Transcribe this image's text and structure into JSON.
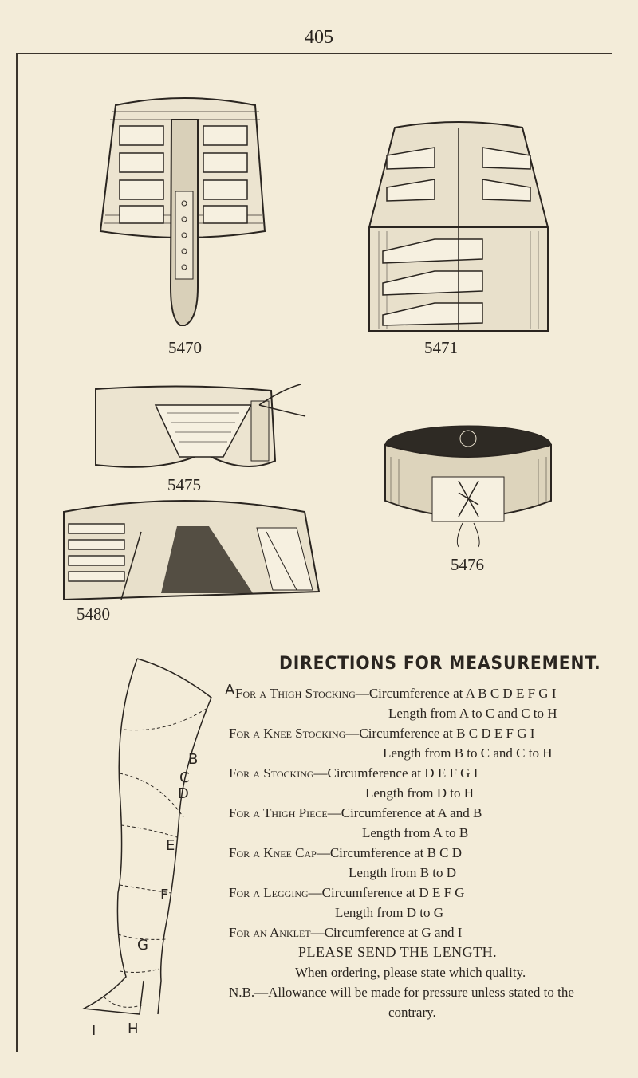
{
  "page_number": "405",
  "figures": [
    {
      "label": "5470"
    },
    {
      "label": "5471"
    },
    {
      "label": "5475"
    },
    {
      "label": "5476"
    },
    {
      "label": "5480"
    }
  ],
  "heading": "DIRECTIONS FOR MEASUREMENT.",
  "measurement_lines": [
    {
      "article": "For a Thigh Stocking",
      "text": "—Circumference at A B C D E F G I"
    },
    {
      "article": "",
      "text": "Length from A to C and C to H"
    },
    {
      "article": "For a Knee Stocking",
      "text": "—Circumference at B C D E F G I"
    },
    {
      "article": "",
      "text": "Length from B to C and C to H"
    },
    {
      "article": "For a Stocking",
      "text": "—Circumference at D E F G I"
    },
    {
      "article": "",
      "text": "Length from D to H"
    },
    {
      "article": "For a Thigh Piece",
      "text": "—Circumference at A and B"
    },
    {
      "article": "",
      "text": "Length from A to B"
    },
    {
      "article": "For a Knee Cap",
      "text": "—Circumference at B C D"
    },
    {
      "article": "",
      "text": "Length from B to D"
    },
    {
      "article": "For a Legging",
      "text": "—Circumference at D E F G"
    },
    {
      "article": "",
      "text": "Length from D to G"
    },
    {
      "article": "For an Anklet",
      "text": "—Circumference at G and I"
    }
  ],
  "notice": "PLEASE SEND THE LENGTH.",
  "order_note": "When ordering, please state which quality.",
  "nb_line1": "N.B.—Allowance will be made for pressure unless stated to the",
  "nb_line2": "contrary.",
  "leg_labels": [
    "A",
    "B",
    "C",
    "D",
    "E",
    "F",
    "G",
    "I",
    "H"
  ]
}
